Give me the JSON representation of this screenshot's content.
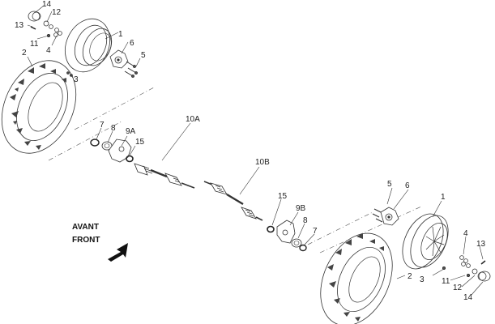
{
  "direction": {
    "line1": "AVANT",
    "line2": "FRONT"
  },
  "callouts": {
    "c1a": "1",
    "c1b": "1",
    "c2a": "2",
    "c2b": "2",
    "c3a": "3",
    "c3b": "3",
    "c4a": "4",
    "c4b": "4",
    "c5a": "5",
    "c5b": "5",
    "c6a": "6",
    "c6b": "6",
    "c7a": "7",
    "c7b": "7",
    "c8a": "8",
    "c8b": "8",
    "c9a": "9A",
    "c9b": "9B",
    "c10a": "10A",
    "c10b": "10B",
    "c11a": "11",
    "c11b": "11",
    "c12a": "12",
    "c12b": "12",
    "c13a": "13",
    "c13b": "13",
    "c14a": "14",
    "c14b": "14",
    "c15a": "15",
    "c15b": "15"
  }
}
